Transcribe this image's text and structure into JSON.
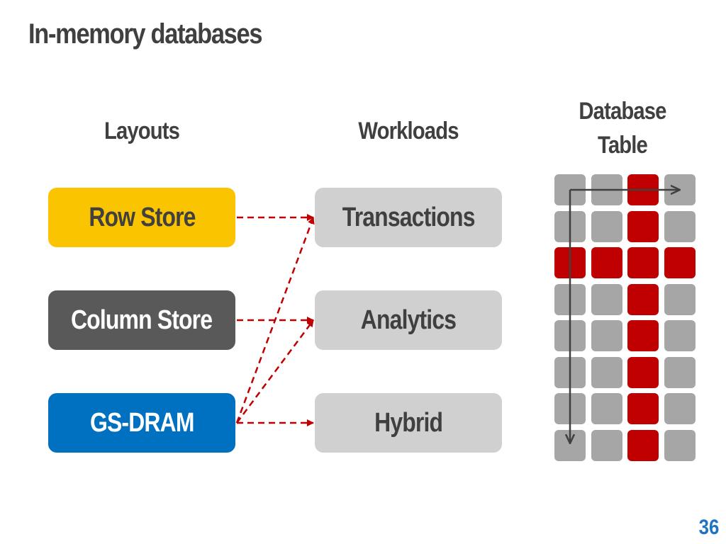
{
  "title": "In-memory databases",
  "headers": {
    "layouts": "Layouts",
    "workloads": "Workloads",
    "table_line1": "Database",
    "table_line2": "Table"
  },
  "layouts": [
    {
      "label": "Row Store",
      "color": "#fbc400",
      "text_color": "#404040"
    },
    {
      "label": "Column Store",
      "color": "#595959",
      "text_color": "#ffffff"
    },
    {
      "label": "GS-DRAM",
      "color": "#0070c0",
      "text_color": "#ffffff"
    }
  ],
  "workloads": [
    {
      "label": "Transactions"
    },
    {
      "label": "Analytics"
    },
    {
      "label": "Hybrid"
    }
  ],
  "connections": [
    {
      "from": "Row Store",
      "to": "Transactions"
    },
    {
      "from": "Column Store",
      "to": "Analytics"
    },
    {
      "from": "GS-DRAM",
      "to": "Transactions"
    },
    {
      "from": "GS-DRAM",
      "to": "Analytics"
    },
    {
      "from": "GS-DRAM",
      "to": "Hybrid"
    }
  ],
  "table": {
    "rows": 8,
    "cols": 4,
    "highlight_row": 3,
    "highlight_col": 3,
    "highlight_color": "#c00000",
    "cell_color": "#a6a6a6"
  },
  "colors": {
    "arrow": "#c00000",
    "workload_box": "#d0d0d0",
    "scan_arrow": "#404040"
  },
  "page_number": "36"
}
